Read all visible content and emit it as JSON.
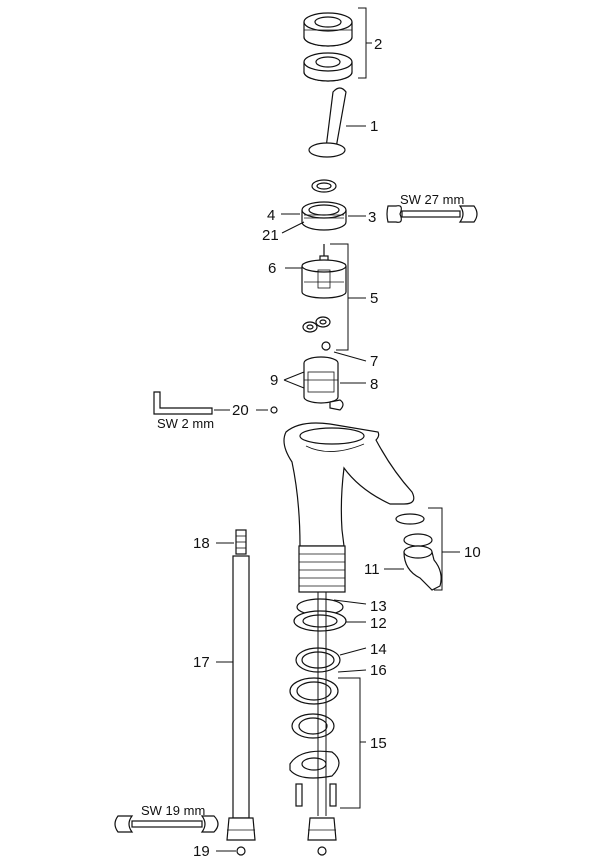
{
  "callouts": {
    "c1": "1",
    "c2": "2",
    "c3": "3",
    "c4": "4",
    "c5": "5",
    "c6": "6",
    "c7": "7",
    "c8": "8",
    "c9": "9",
    "c10": "10",
    "c11": "11",
    "c12": "12",
    "c13": "13",
    "c14": "14",
    "c15": "15",
    "c16": "16",
    "c17": "17",
    "c18": "18",
    "c19": "19",
    "c20": "20",
    "c21": "21"
  },
  "tools": {
    "wrench_27": "SW 27 mm",
    "hex_key_2": "SW 2 mm",
    "wrench_19": "SW 19 mm"
  }
}
